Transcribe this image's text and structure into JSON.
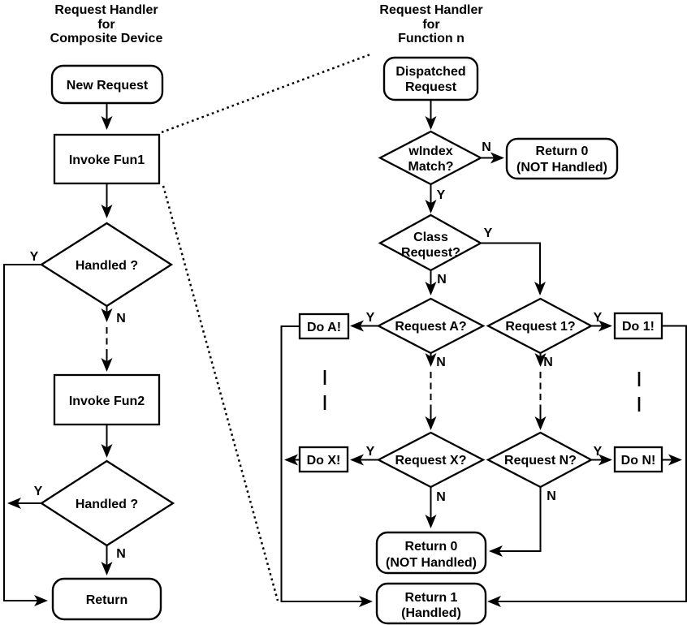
{
  "diagram": {
    "background": "#ffffff",
    "stroke_color": "#000000",
    "labels": {
      "yes": "Y",
      "no": "N"
    },
    "left_chart": {
      "title": [
        "Request Handler",
        "for",
        "Composite Device"
      ],
      "nodes": {
        "new_request": "New Request",
        "invoke_fun1": "Invoke Fun1",
        "handled_1": "Handled ?",
        "invoke_fun2": "Invoke Fun2",
        "handled_2": "Handled ?",
        "return": "Return"
      }
    },
    "right_chart": {
      "title": [
        "Request Handler",
        "for",
        "Function n"
      ],
      "nodes": {
        "dispatched_request": [
          "Dispatched",
          "Request"
        ],
        "windex_match": [
          "wIndex",
          "Match?"
        ],
        "return_0_top": [
          "Return 0",
          "(NOT Handled)"
        ],
        "class_request": [
          "Class",
          "Request?"
        ],
        "request_a": "Request A?",
        "do_a": "Do A!",
        "request_1": "Request 1?",
        "do_1": "Do 1!",
        "request_x": "Request X?",
        "do_x": "Do X!",
        "request_n": "Request N?",
        "do_n": "Do N!",
        "return_0_bottom": [
          "Return 0",
          "(NOT Handled)"
        ],
        "return_1": [
          "Return 1",
          "(Handled)"
        ]
      }
    }
  }
}
